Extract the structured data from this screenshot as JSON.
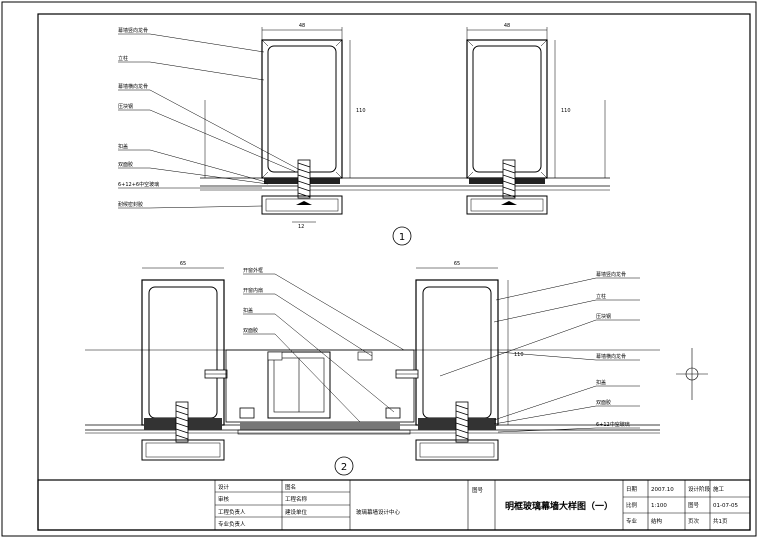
{
  "drawing": {
    "title": "明框玻璃幕墙大样图（一）",
    "callouts": {
      "one": "1",
      "two": "2"
    }
  },
  "detail1": {
    "labels": [
      "幕墙竖向龙骨",
      "立柱",
      "幕墙横向龙骨",
      "压块钢",
      "扣盖",
      "双面胶",
      "6+12+6中空玻璃",
      "耐候密封胶"
    ],
    "dims": {
      "left_width": "48",
      "right_width": "48",
      "left_height": "110",
      "right_height": "110",
      "gap": "12"
    }
  },
  "detail2": {
    "labels_left": [
      "开窗外框",
      "开窗内扇",
      "扣盖",
      "双面胶"
    ],
    "labels_right": [
      "幕墙竖向龙骨",
      "立柱",
      "压块钢",
      "幕墙横向龙骨",
      "扣盖",
      "双面胶",
      "6+12中空玻璃"
    ],
    "dims": {
      "left_width": "65",
      "right_width": "65",
      "height": "110"
    }
  },
  "title_block": {
    "left_cells": [
      "设计",
      "审核",
      "工程负责人",
      "专业负责人"
    ],
    "mid_labels": [
      "图名",
      "工程名称",
      "建设单位"
    ],
    "mid_value": "玻璃幕墙设计中心",
    "drawing_no_label": "图号",
    "date_label": "日期",
    "date": "2007.10",
    "stage_label": "设计阶段",
    "stage": "施工",
    "scale_label": "比例",
    "scale": "1:100",
    "sheet_label": "图号",
    "sheet_no": "01-07-05",
    "type_label": "专业",
    "type": "结构",
    "page_label": "页次",
    "page": "共1页"
  }
}
